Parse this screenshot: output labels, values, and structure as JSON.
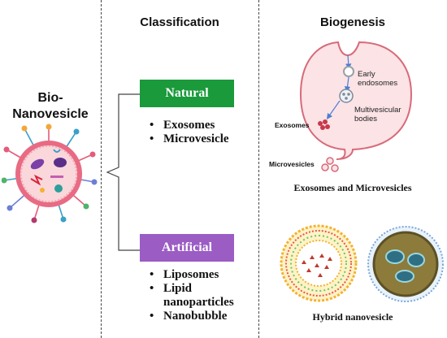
{
  "left": {
    "title_line1": "Bio-",
    "title_line2": "Nanovesicle"
  },
  "classification": {
    "header": "Classification",
    "natural": {
      "label": "Natural",
      "items": [
        "Exosomes",
        "Microvesicle"
      ],
      "color": "#1a9a3a"
    },
    "artificial": {
      "label": "Artificial",
      "items": [
        "Liposomes",
        "Lipid",
        "nanoparticles",
        "Nanobubble"
      ],
      "color": "#9b5cc4"
    }
  },
  "biogenesis": {
    "header": "Biogenesis",
    "early_line1": "Early",
    "early_line2": "endosomes",
    "mvb_line1": "Multivesicular",
    "mvb_line2": "bodies",
    "exosomes_label": "Exosomes",
    "microvesicles_label": "Microvesicles",
    "caption": "Exosomes and Microvesicles",
    "hybrid_caption": "Hybrid nanovesicle",
    "cell_fill": "#fbe3e6",
    "cell_stroke": "#d86a7a"
  }
}
